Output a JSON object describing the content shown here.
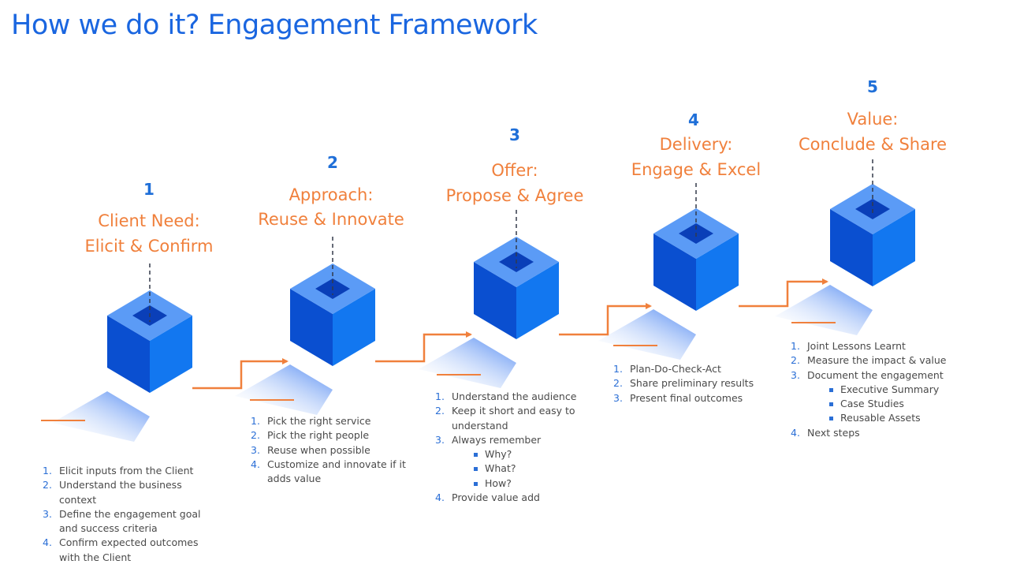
{
  "title": "How we do it? Engagement Framework",
  "colors": {
    "title": "#1a66e0",
    "number": "#1f6fd8",
    "heading": "#f0803c",
    "connector": "#f0803c",
    "cube_top": "#5b9bf6",
    "cube_left": "#0a4fd0",
    "cube_right": "#1277f0",
    "cube_hole": "#0a3fb8"
  },
  "steps": [
    {
      "number": "1",
      "heading_line1": "Client Need:",
      "heading_line2": "Elicit & Confirm",
      "items": [
        {
          "n": "1.",
          "text": "Elicit inputs from the Client"
        },
        {
          "n": "2.",
          "text": "Understand the business context"
        },
        {
          "n": "3.",
          "text": "Define the engagement goal and success criteria"
        },
        {
          "n": "4.",
          "text": "Confirm expected outcomes with the Client"
        }
      ]
    },
    {
      "number": "2",
      "heading_line1": "Approach:",
      "heading_line2": "Reuse & Innovate",
      "items": [
        {
          "n": "1.",
          "text": "Pick the right service"
        },
        {
          "n": "2.",
          "text": "Pick the right people"
        },
        {
          "n": "3.",
          "text": "Reuse when possible"
        },
        {
          "n": "4.",
          "text": "Customize and innovate if it adds value"
        }
      ]
    },
    {
      "number": "3",
      "heading_line1": "Offer:",
      "heading_line2": "Propose & Agree",
      "items": [
        {
          "n": "1.",
          "text": "Understand the audience"
        },
        {
          "n": "2.",
          "text": "Keep it short and easy to understand"
        },
        {
          "n": "3.",
          "text": "Always remember",
          "sub": [
            "Why?",
            "What?",
            "How?"
          ]
        },
        {
          "n": "4.",
          "text": "Provide value add"
        }
      ]
    },
    {
      "number": "4",
      "heading_line1": "Delivery:",
      "heading_line2": "Engage & Excel",
      "items": [
        {
          "n": "1.",
          "text": "Plan-Do-Check-Act"
        },
        {
          "n": "2.",
          "text": "Share preliminary results"
        },
        {
          "n": "3.",
          "text": "Present final outcomes"
        }
      ]
    },
    {
      "number": "5",
      "heading_line1": "Value:",
      "heading_line2": "Conclude & Share",
      "items": [
        {
          "n": "1.",
          "text": "Joint Lessons Learnt"
        },
        {
          "n": "2.",
          "text": "Measure the impact & value"
        },
        {
          "n": "3.",
          "text": "Document the engagement",
          "sub": [
            "Executive Summary",
            "Case Studies",
            "Reusable Assets"
          ]
        },
        {
          "n": "4.",
          "text": "Next steps"
        }
      ]
    }
  ]
}
